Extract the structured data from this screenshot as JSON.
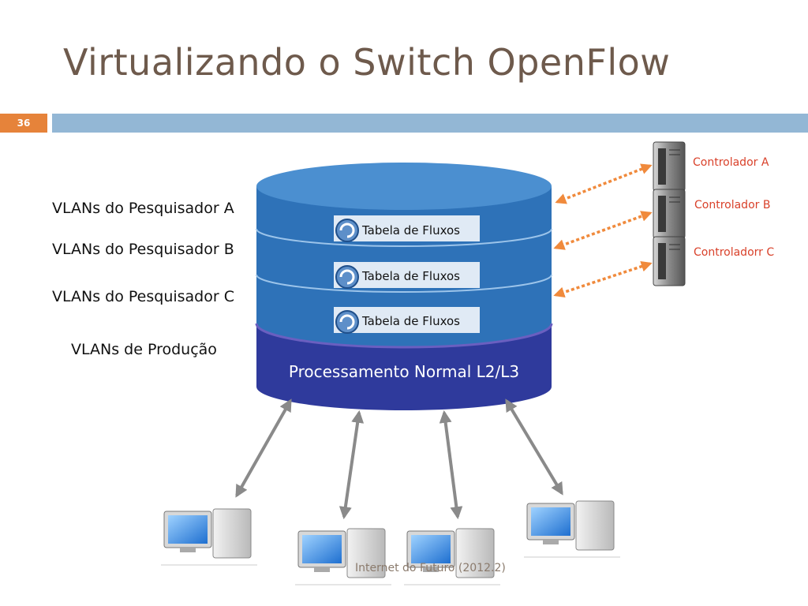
{
  "slide": {
    "title": "Virtualizando o Switch OpenFlow",
    "number": "36",
    "footer": "Internet do Futuro (2012.2)"
  },
  "vlans": [
    {
      "label": "VLANs do Pesquisador A"
    },
    {
      "label": "VLANs do Pesquisador B"
    },
    {
      "label": "VLANs do Pesquisador C"
    },
    {
      "label": "VLANs de Produção"
    }
  ],
  "switch": {
    "flow_tables": [
      {
        "label": "Tabela de Fluxos"
      },
      {
        "label": "Tabela de Fluxos"
      },
      {
        "label": "Tabela de Fluxos"
      }
    ],
    "normal_processing": "Processamento Normal L2/L3"
  },
  "controllers": [
    {
      "label": "Controlador A"
    },
    {
      "label": "Controlador B"
    },
    {
      "label": "Controladorr C"
    }
  ],
  "colors": {
    "title": "#6e5a4c",
    "accent_orange": "#e6833a",
    "header_bar": "#93b7d5",
    "cylinder_blue": "#2e72b8",
    "cylinder_top": "#4b8fd0",
    "production_layer": "#2f3a9c",
    "controller_text": "#d9412a",
    "arrow_gray": "#888888"
  }
}
